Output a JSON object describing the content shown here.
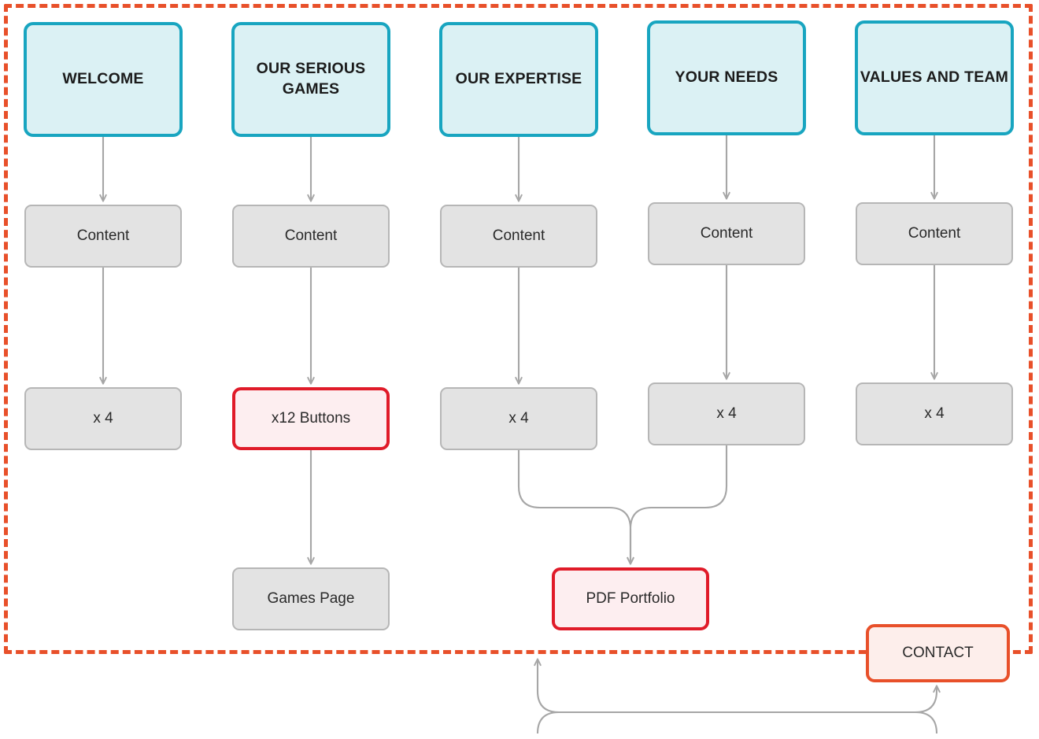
{
  "diagram": {
    "title": "Website structure flow diagram",
    "colors": {
      "boundary_dashed": "#e8502a",
      "section_border": "#18a5c0",
      "section_fill": "#dbf1f4",
      "grey_border": "#b6b6b6",
      "grey_fill": "#e3e3e3",
      "red_border": "#e01b29",
      "red_fill": "#fdeef0",
      "contact_border": "#e8502a",
      "contact_fill": "#fdeeeb",
      "arrow": "#a6a6a6"
    },
    "boundary": {
      "label": "site-boundary",
      "style": "dashed"
    },
    "columns": [
      {
        "id": "welcome",
        "section": "WELCOME",
        "content": "Content",
        "leaf": "x 4"
      },
      {
        "id": "our-serious-games",
        "section": "OUR SERIOUS GAMES",
        "content": "Content",
        "leaf": "x12 Buttons",
        "extra": "Games Page"
      },
      {
        "id": "our-expertise",
        "section": "OUR EXPERTISE",
        "content": "Content",
        "leaf": "x 4"
      },
      {
        "id": "your-needs",
        "section": "YOUR NEEDS",
        "content": "Content",
        "leaf": "x 4"
      },
      {
        "id": "values-and-team",
        "section": "VALUES AND TEAM",
        "content": "Content",
        "leaf": "x 4"
      }
    ],
    "shared": {
      "pdf_portfolio": "PDF Portfolio",
      "contact": "CONTACT"
    }
  }
}
